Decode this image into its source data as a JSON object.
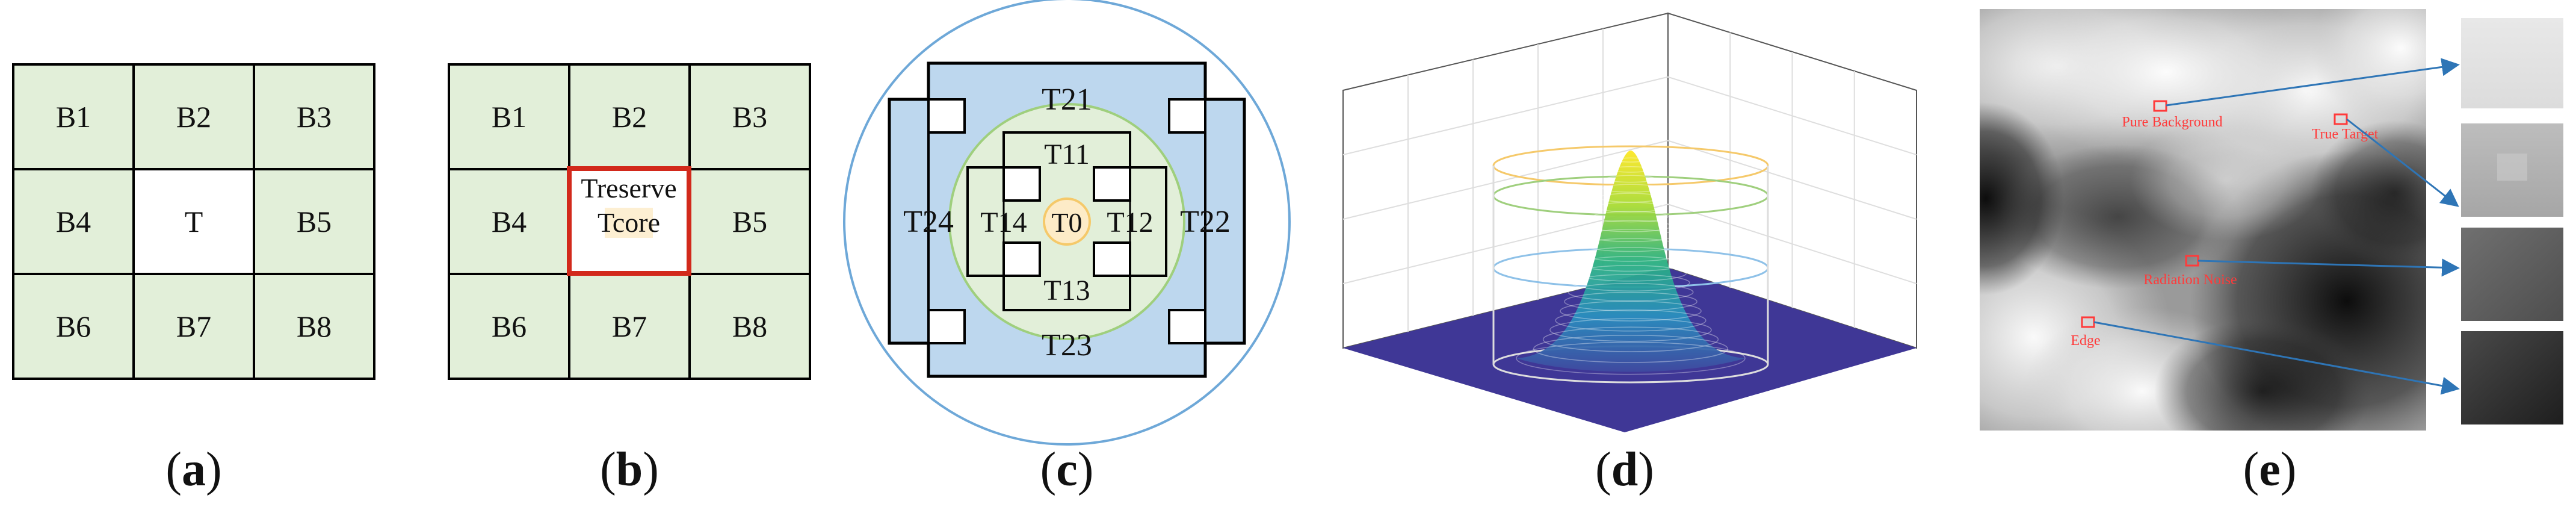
{
  "panel_a": {
    "cells": [
      "B1",
      "B2",
      "B3",
      "B4",
      "T",
      "B5",
      "B6",
      "B7",
      "B8"
    ],
    "caption": {
      "open": "(",
      "letter": "a",
      "close": ")"
    }
  },
  "panel_b": {
    "cells": [
      "B1",
      "B2",
      "B3",
      "B4",
      "",
      "B5",
      "B6",
      "B7",
      "B8"
    ],
    "reserve_label": "Treserve",
    "core_label": "Tcore",
    "caption": {
      "open": "(",
      "letter": "b",
      "close": ")"
    }
  },
  "panel_c": {
    "labels": {
      "t21": "T21",
      "t11": "T11",
      "t24": "T24",
      "t14": "T14",
      "t0": "T0",
      "t12": "T12",
      "t22": "T22",
      "t13": "T13",
      "t23": "T23"
    },
    "caption": {
      "open": "(",
      "letter": "c",
      "close": ")"
    }
  },
  "panel_d": {
    "caption": {
      "open": "(",
      "letter": "d",
      "close": ")"
    }
  },
  "panel_e": {
    "annotations": {
      "pure_background": "Pure Background",
      "true_target": "True Target",
      "background_noise": "Radiation Noise",
      "edge": "Edge"
    },
    "caption": {
      "open": "(",
      "letter": "e",
      "close": ")"
    }
  },
  "colors": {
    "cell_fill": "#e2efd9",
    "blue_fill": "#bdd7ee",
    "red_box": "#d2291b",
    "circle_blue": "#6ea8d8",
    "circle_green": "#9fcf7d",
    "circle_orange": "#f5c96a",
    "arrow_blue": "#2e75b6",
    "surface_base": "#3f3796"
  }
}
